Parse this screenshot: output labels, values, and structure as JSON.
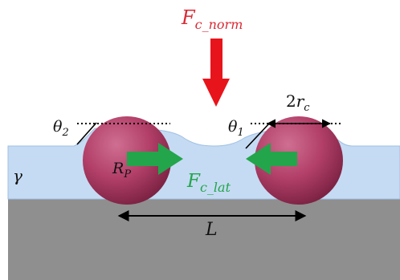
{
  "labels": {
    "force_normal": {
      "main": "F",
      "sub": "c_norm"
    },
    "force_lateral": {
      "main": "F",
      "sub": "c_lat"
    },
    "theta_left": {
      "main": "θ",
      "sub": "2"
    },
    "theta_right": {
      "main": "θ",
      "sub": "1"
    },
    "contact_diameter": {
      "prefix": "2",
      "main": "r",
      "sub": "c"
    },
    "particle_radius": {
      "main": "R",
      "sub": "P"
    },
    "surface_tension": "γ",
    "separation": "L"
  },
  "colors": {
    "liquid": "#c5dbf3",
    "liquid_edge": "#8fb3dc",
    "substrate": "#8f8f8f",
    "particle": "#b23f68",
    "normal_force": "#e8141b",
    "lateral_force": "#22a54b",
    "lateral_label": "#22a54b",
    "normal_label": "#d92a35",
    "text": "#111111"
  },
  "icons": {
    "normal_force": "down-arrow",
    "lateral_force": "opposing-horizontal-arrows",
    "separation": "double-headed-arrow",
    "contact_diameter": "double-headed-arrow"
  }
}
